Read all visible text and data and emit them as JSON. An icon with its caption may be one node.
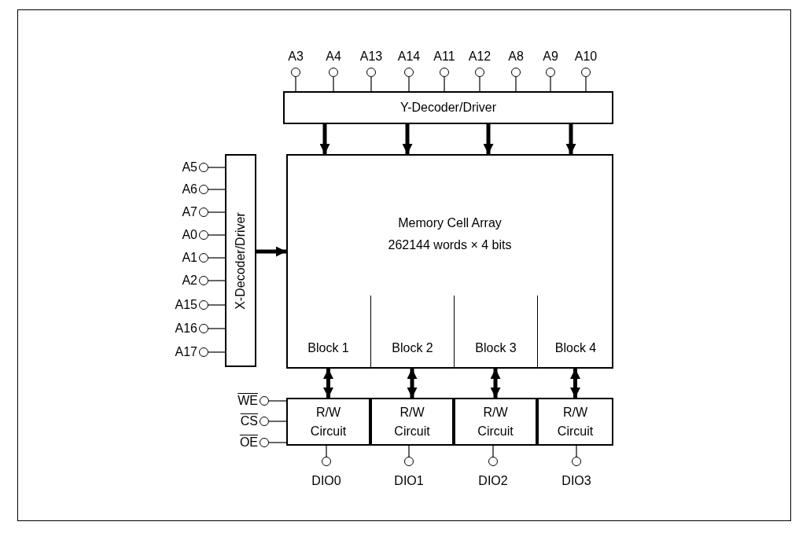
{
  "diagram": {
    "nodes": [
      {
        "text": [
          "Y-Decoder/Driver"
        ]
      },
      {
        "text": [
          "X-Decoder/Driver"
        ]
      },
      {
        "text": [
          "Memory Cell Array",
          "262144 words × 4 bits"
        ]
      },
      {
        "text": [
          "Block 1"
        ],
        "in": 2
      },
      {
        "text": [
          "Block 2"
        ],
        "in": 2
      },
      {
        "text": [
          "Block 3"
        ],
        "in": 2
      },
      {
        "text": [
          "Block 4"
        ],
        "in": 2
      },
      {
        "text": [
          "R/W Circuit"
        ]
      },
      {
        "text": [
          "R/W Circuit"
        ]
      },
      {
        "text": [
          "R/W Circuit"
        ]
      },
      {
        "text": [
          "R/W Circuit"
        ]
      },
      {
        "text": [],
        "shape": "circle",
        "beside": [
          "A3"
        ]
      },
      {
        "text": [],
        "shape": "circle",
        "beside": [
          "A4"
        ]
      },
      {
        "text": [],
        "shape": "circle",
        "beside": [
          "A13"
        ]
      },
      {
        "text": [],
        "shape": "circle",
        "beside": [
          "A14"
        ]
      },
      {
        "text": [],
        "shape": "circle",
        "beside": [
          "A11"
        ]
      },
      {
        "text": [],
        "shape": "circle",
        "beside": [
          "A12"
        ]
      },
      {
        "text": [],
        "shape": "circle",
        "beside": [
          "A8"
        ]
      },
      {
        "text": [],
        "shape": "circle",
        "beside": [
          "A9"
        ]
      },
      {
        "text": [],
        "shape": "circle",
        "beside": [
          "A10"
        ]
      },
      {
        "text": [],
        "shape": "circle",
        "beside": [
          "A5"
        ]
      },
      {
        "text": [],
        "shape": "circle",
        "beside": [
          "A6"
        ]
      },
      {
        "text": [],
        "shape": "circle",
        "beside": [
          "A7"
        ]
      },
      {
        "text": [],
        "shape": "circle",
        "beside": [
          "A0"
        ]
      },
      {
        "text": [],
        "shape": "circle",
        "beside": [
          "A1"
        ]
      },
      {
        "text": [],
        "shape": "circle",
        "beside": [
          "A2"
        ]
      },
      {
        "text": [],
        "shape": "circle",
        "beside": [
          "A15"
        ]
      },
      {
        "text": [],
        "shape": "circle",
        "beside": [
          "A16"
        ]
      },
      {
        "text": [],
        "shape": "circle",
        "beside": [
          "A17"
        ]
      },
      {
        "text": [],
        "shape": "circle",
        "beside": [
          "WE"
        ]
      },
      {
        "text": [],
        "shape": "circle",
        "beside": [
          "CS"
        ]
      },
      {
        "text": [],
        "shape": "circle",
        "beside": [
          "OE"
        ]
      },
      {
        "text": [],
        "shape": "circle",
        "beside": [
          "DIO0"
        ]
      },
      {
        "text": [],
        "shape": "circle",
        "beside": [
          "DIO1"
        ]
      },
      {
        "text": [],
        "shape": "circle",
        "beside": [
          "DIO2"
        ]
      },
      {
        "text": [],
        "shape": "circle",
        "beside": [
          "DIO3"
        ]
      }
    ],
    "edges": [
      {
        "from": 11,
        "to": 0,
        "arrow": "none"
      },
      {
        "from": 12,
        "to": 0,
        "arrow": "none"
      },
      {
        "from": 13,
        "to": 0,
        "arrow": "none"
      },
      {
        "from": 14,
        "to": 0,
        "arrow": "none"
      },
      {
        "from": 15,
        "to": 0,
        "arrow": "none"
      },
      {
        "from": 16,
        "to": 0,
        "arrow": "none"
      },
      {
        "from": 17,
        "to": 0,
        "arrow": "none"
      },
      {
        "from": 18,
        "to": 0,
        "arrow": "none"
      },
      {
        "from": 19,
        "to": 0,
        "arrow": "none"
      },
      {
        "from": 20,
        "to": 1,
        "arrow": "none"
      },
      {
        "from": 21,
        "to": 1,
        "arrow": "none"
      },
      {
        "from": 22,
        "to": 1,
        "arrow": "none"
      },
      {
        "from": 23,
        "to": 1,
        "arrow": "none"
      },
      {
        "from": 24,
        "to": 1,
        "arrow": "none"
      },
      {
        "from": 25,
        "to": 1,
        "arrow": "none"
      },
      {
        "from": 26,
        "to": 1,
        "arrow": "none"
      },
      {
        "from": 27,
        "to": 1,
        "arrow": "none"
      },
      {
        "from": 28,
        "to": 1,
        "arrow": "none"
      },
      {
        "from": 0,
        "to": 2,
        "arrow": "to",
        "style": "thick"
      },
      {
        "from": 0,
        "to": 2,
        "arrow": "to",
        "style": "thick"
      },
      {
        "from": 0,
        "to": 2,
        "arrow": "to",
        "style": "thick"
      },
      {
        "from": 0,
        "to": 2,
        "arrow": "to",
        "style": "thick"
      },
      {
        "from": 1,
        "to": 2,
        "arrow": "to",
        "style": "thick"
      },
      {
        "from": 3,
        "to": 7,
        "arrow": "both",
        "style": "thick"
      },
      {
        "from": 4,
        "to": 8,
        "arrow": "both",
        "style": "thick"
      },
      {
        "from": 5,
        "to": 9,
        "arrow": "both",
        "style": "thick"
      },
      {
        "from": 6,
        "to": 10,
        "arrow": "both",
        "style": "thick"
      },
      {
        "from": 29,
        "to": 7,
        "arrow": "none"
      },
      {
        "from": 30,
        "to": 7,
        "arrow": "none"
      },
      {
        "from": 31,
        "to": 7,
        "arrow": "none"
      },
      {
        "from": 7,
        "to": 32,
        "arrow": "none"
      },
      {
        "from": 8,
        "to": 33,
        "arrow": "none"
      },
      {
        "from": 9,
        "to": 34,
        "arrow": "none"
      },
      {
        "from": 10,
        "to": 35,
        "arrow": "none"
      }
    ]
  }
}
